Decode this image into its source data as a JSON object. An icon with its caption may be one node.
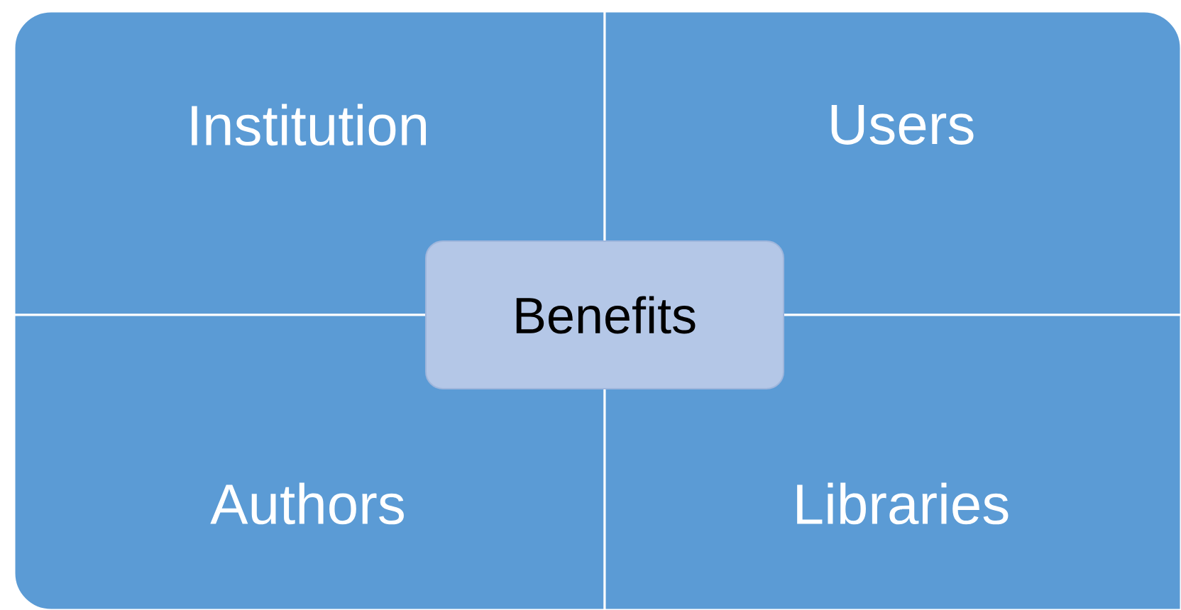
{
  "diagram": {
    "nodes": [
      {
        "text": [
          "Institution"
        ]
      },
      {
        "text": [
          "Users"
        ]
      },
      {
        "text": [
          "Benefits"
        ]
      },
      {
        "text": [
          "Authors"
        ]
      },
      {
        "text": [
          "Libraries"
        ]
      }
    ]
  }
}
